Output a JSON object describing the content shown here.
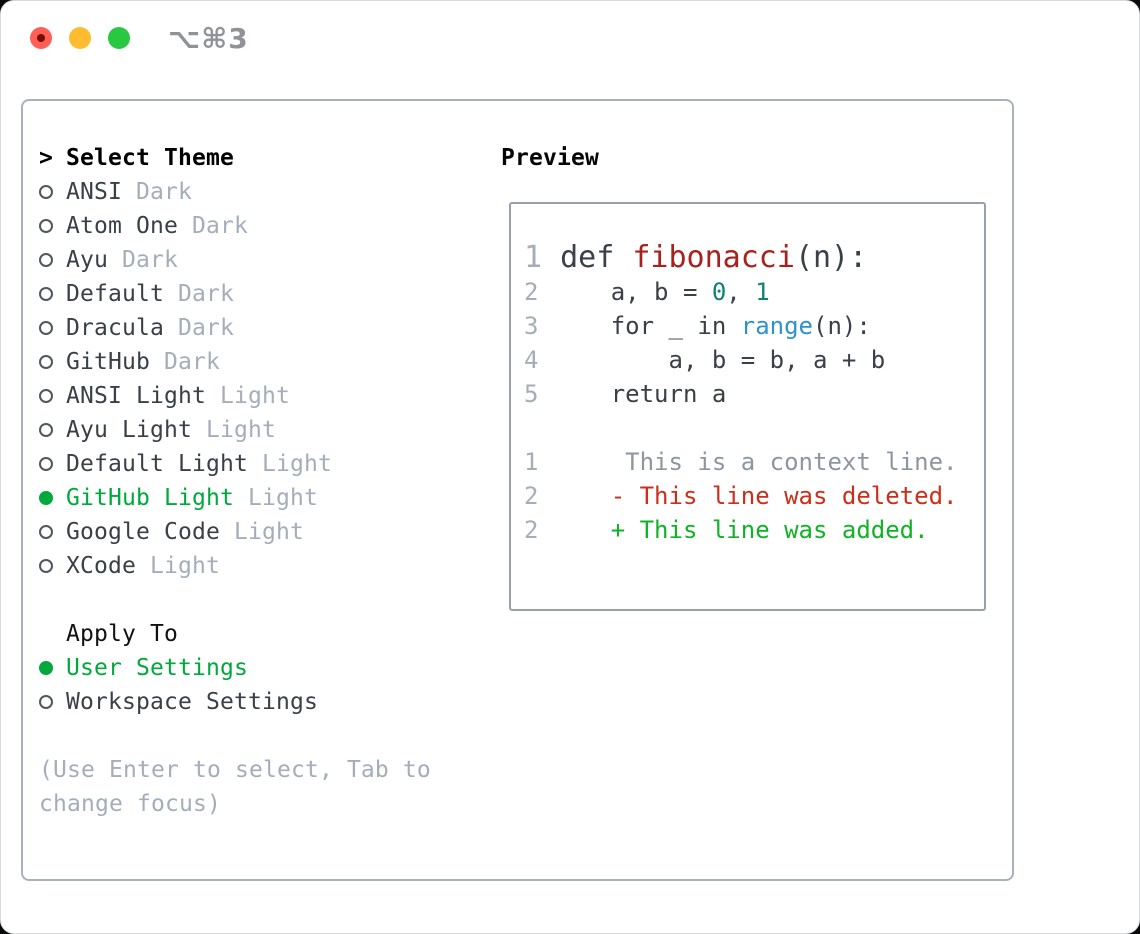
{
  "titlebar": {
    "shortcut": "⌥⌘3",
    "lights": [
      {
        "name": "close-button",
        "color": "#ff5f57",
        "dot": "#750f02"
      },
      {
        "name": "minimize-button",
        "color": "#febc2e",
        "dot": null
      },
      {
        "name": "maximize-button",
        "color": "#28c840",
        "dot": null
      }
    ]
  },
  "colors": {
    "selection_green": "#00a93c",
    "added_green": "#0fb325",
    "deleted_red": "#cc2e19",
    "function_red": "#a8221d",
    "number_teal": "#0e8177",
    "builtin_blue": "#2e93cd",
    "text": "#394047",
    "muted": "#a4aeb9",
    "context_gray": "#8d969e",
    "border": "#a9b2bb"
  },
  "theme_picker": {
    "header_prefix": ">",
    "header_label": "Select Theme",
    "themes": [
      {
        "name": "ANSI",
        "variant": "Dark",
        "selected": false
      },
      {
        "name": "Atom One",
        "variant": "Dark",
        "selected": false
      },
      {
        "name": "Ayu",
        "variant": "Dark",
        "selected": false
      },
      {
        "name": "Default",
        "variant": "Dark",
        "selected": false
      },
      {
        "name": "Dracula",
        "variant": "Dark",
        "selected": false
      },
      {
        "name": "GitHub",
        "variant": "Dark",
        "selected": false
      },
      {
        "name": "ANSI Light",
        "variant": "Light",
        "selected": false
      },
      {
        "name": "Ayu Light",
        "variant": "Light",
        "selected": false
      },
      {
        "name": "Default Light",
        "variant": "Light",
        "selected": false
      },
      {
        "name": "GitHub Light",
        "variant": "Light",
        "selected": true
      },
      {
        "name": "Google Code",
        "variant": "Light",
        "selected": false
      },
      {
        "name": "XCode",
        "variant": "Light",
        "selected": false
      }
    ],
    "apply_label": "Apply To",
    "targets": [
      {
        "name": "User Settings",
        "selected": true
      },
      {
        "name": "Workspace Settings",
        "selected": false
      }
    ],
    "hint_lines": [
      "(Use Enter to select, Tab to",
      "change focus)"
    ]
  },
  "preview": {
    "label": "Preview",
    "code_lines": [
      {
        "large": true,
        "tokens": [
          {
            "t": "1",
            "c": "ln"
          },
          {
            "t": " def ",
            "c": "plain"
          },
          {
            "t": "fibonacci",
            "c": "func"
          },
          {
            "t": "(n):",
            "c": "plain"
          }
        ]
      },
      {
        "large": false,
        "tokens": [
          {
            "t": "2",
            "c": "ln"
          },
          {
            "t": "     a, b = ",
            "c": "plain"
          },
          {
            "t": "0",
            "c": "num"
          },
          {
            "t": ", ",
            "c": "plain"
          },
          {
            "t": "1",
            "c": "num"
          }
        ]
      },
      {
        "large": false,
        "tokens": [
          {
            "t": "3",
            "c": "ln"
          },
          {
            "t": "     for _ in ",
            "c": "plain"
          },
          {
            "t": "range",
            "c": "call"
          },
          {
            "t": "(n):",
            "c": "plain"
          }
        ]
      },
      {
        "large": false,
        "tokens": [
          {
            "t": "4",
            "c": "ln"
          },
          {
            "t": "         a, b = b, a + b",
            "c": "plain"
          }
        ]
      },
      {
        "large": false,
        "tokens": [
          {
            "t": "5",
            "c": "ln"
          },
          {
            "t": "     return a",
            "c": "plain"
          }
        ]
      },
      {
        "large": false,
        "tokens": []
      },
      {
        "large": false,
        "tokens": [
          {
            "t": "1",
            "c": "ln"
          },
          {
            "t": "      This is a context line.",
            "c": "ctx"
          }
        ]
      },
      {
        "large": false,
        "tokens": [
          {
            "t": "2",
            "c": "ln"
          },
          {
            "t": "     - This line was deleted.",
            "c": "del"
          }
        ]
      },
      {
        "large": false,
        "tokens": [
          {
            "t": "2",
            "c": "ln"
          },
          {
            "t": "     + This line was added.",
            "c": "add"
          }
        ]
      }
    ]
  }
}
